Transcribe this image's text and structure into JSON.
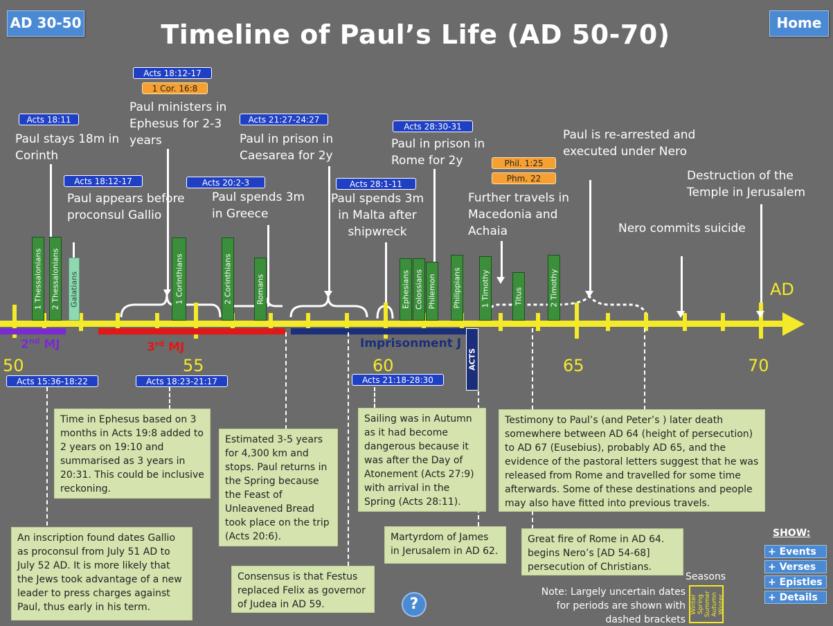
{
  "nav": {
    "prev_label": "AD 30-50",
    "home_label": "Home"
  },
  "title": "Timeline of Paul’s Life (AD 50-70)",
  "axis": {
    "label": "AD",
    "years": [
      "50",
      "55",
      "60",
      "65",
      "70"
    ]
  },
  "journeys": {
    "second": {
      "ord": "2",
      "sup": "nd",
      "rest": " MJ"
    },
    "third": {
      "ord": "3",
      "sup": "rd",
      "rest": " MJ"
    },
    "imprisonment": "Imprisonment J",
    "acts": "ACTS"
  },
  "refs": {
    "r1": "Acts 18:11",
    "r2": "Acts 18:12-17",
    "r3": "1 Cor. 16:8",
    "r4": "Acts 18:12-17",
    "r5": "Acts 20:2-3",
    "r6": "Acts 21:27-24:27",
    "r7": "Acts 28:1-11",
    "r8": "Acts 28:30-31",
    "r9": "Phil. 1:25",
    "r10": "Phm. 22",
    "r11": "Acts 15:36-18:22",
    "r12": "Acts 18:23-21:17",
    "r13": "Acts 21:18-28:30"
  },
  "events": {
    "e1": "Paul  stays 18m in Corinth",
    "e2": "Paul ministers in Ephesus for 2-3 years",
    "e3": "Paul appears before proconsul Gallio",
    "e4": "Paul spends 3m in Greece",
    "e5": "Paul in prison in Caesarea for 2y",
    "e6": "Paul spends 3m in Malta after shipwreck",
    "e7": "Paul in prison in Rome for 2y",
    "e8": "Further travels in Macedonia and Achaia",
    "e9": "Paul is re-arrested and executed under Nero",
    "e10": "Destruction of the Temple in Jerusalem",
    "e11": "Nero commits suicide"
  },
  "epistles": {
    "p1": "1 Thessalonians",
    "p2": "2 Thessalonians",
    "p3": "Galatians",
    "p4": "1 Corinthians",
    "p5": "2 Corinthians",
    "p6": "Romans",
    "p7": "Ephesians",
    "p8": "Colossians",
    "p9": "Philemon",
    "p10": "Philippians",
    "p11": "1 Timothy",
    "p12": "Titus",
    "p13": "2 Timothy"
  },
  "notes": {
    "n1": "Time in Ephesus based on 3 months in Acts 19:8 added to 2 years on 19:10 and summarised as 3 years in 20:31. This could be inclusive reckoning.",
    "n2": "Estimated 3-5 years for 4,300 km and stops. Paul returns in the Spring because the Feast of Unleavened Bread took place on the trip (Acts 20:6).",
    "n3": "Sailing was in Autumn as it had become dangerous because it was after the Day of Atonement (Acts 27:9) with arrival in the Spring (Acts 28:11).",
    "n4": "Testimony to Paul’s (and Peter’s ) later death somewhere between AD 64 (height of persecution) to AD 67 (Eusebius), probably AD 65,  and the evidence of the pastoral letters suggest that he was released from Rome and travelled for some time afterwards. Some of these destinations and people may also have fitted into previous travels.",
    "n5": "An inscription found dates Gallio as proconsul from July 51 AD to July 52 AD. It is more likely that the Jews took advantage of a new leader to press charges against Paul, thus early in his term.",
    "n6": "Consensus is that Festus replaced Felix as governor of Judea in AD 59.",
    "n7": "Martyrdom of James in Jerusalem in AD 62.",
    "n8": "Great fire of Rome in AD 64. begins Nero’s [AD 54-68] persecution of Christians."
  },
  "show": {
    "heading": "SHOW:",
    "items": [
      "+ Events",
      "+ Verses",
      "+ Epistles",
      "+ Details"
    ]
  },
  "help_label": "?",
  "footnote": "Note: Largely uncertain dates for periods are shown with dashed brackets",
  "seasons": {
    "heading": "Seasons",
    "items": [
      "Winter",
      "Spring",
      "Summer",
      "Autumn",
      "Winter"
    ]
  },
  "colors": {
    "background": "#6b6b6b",
    "axis": "#f4ea2a",
    "ref_blue": "#1f3fc4",
    "ref_orange": "#f5a030",
    "note_bg": "#d5e4ae",
    "epistle_green": "#3b8f3b",
    "journey2": "#7a2bd0",
    "journey3": "#e01818",
    "imprison": "#1a2e7a"
  }
}
